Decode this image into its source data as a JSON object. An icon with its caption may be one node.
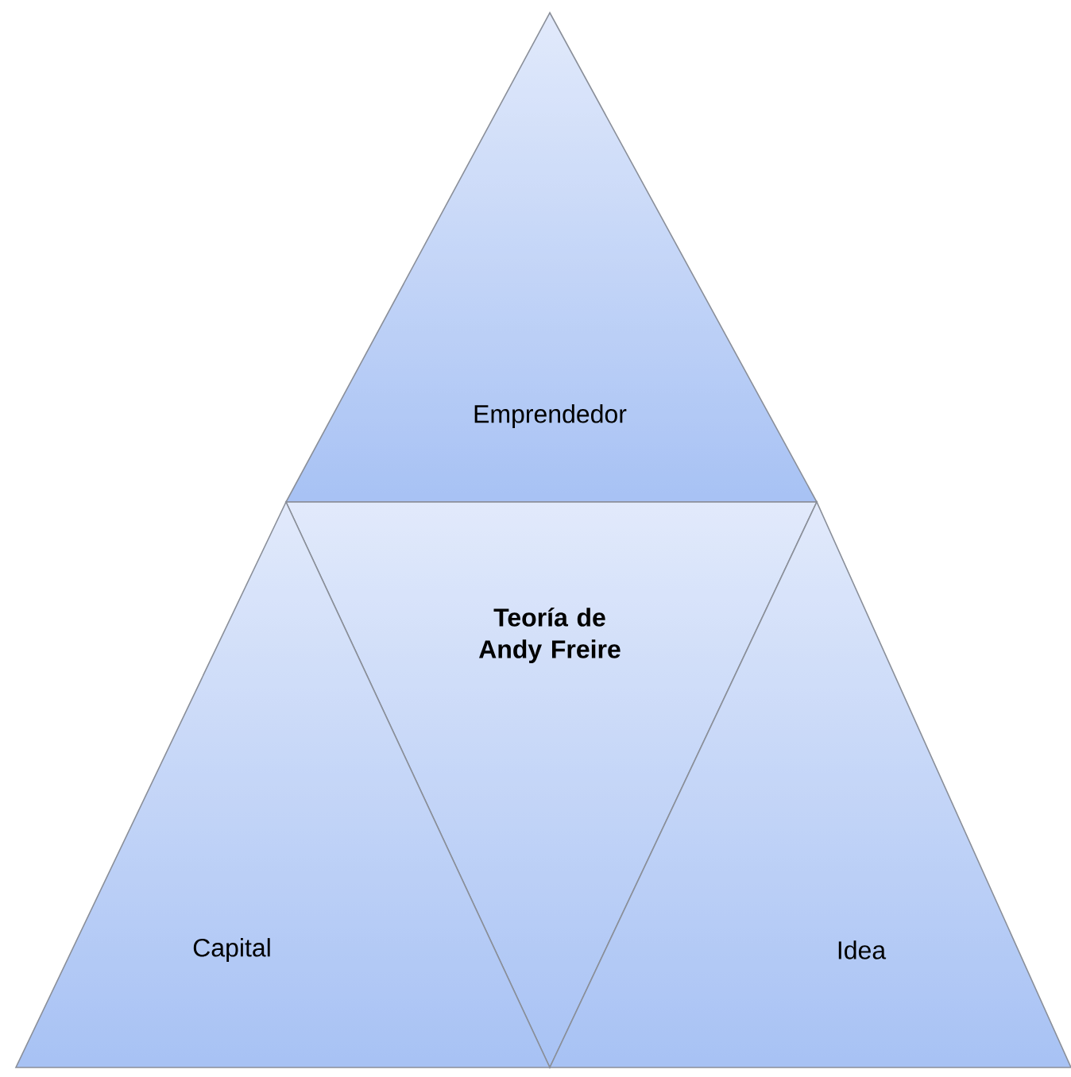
{
  "diagram": {
    "nodes": [
      {
        "text": [
          "Emprendedor"
        ]
      },
      {
        "text": [
          "Teoría de Andy Freire"
        ]
      },
      {
        "text": [
          "Capital"
        ]
      },
      {
        "text": [
          "Idea"
        ]
      }
    ]
  }
}
